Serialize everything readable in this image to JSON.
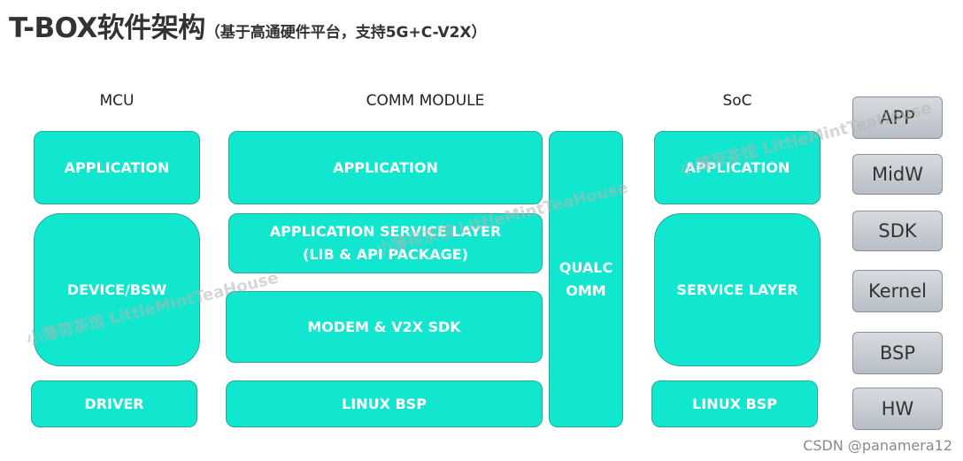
{
  "title": {
    "main": "T-BOX软件架构",
    "sub": "（基于高通硬件平台，支持5G+C-V2X）"
  },
  "columns": {
    "mcu": "MCU",
    "comm": "COMM MODULE",
    "soc": "SoC"
  },
  "mcu": {
    "application": "APPLICATION",
    "device_bsw": "DEVICE/BSW",
    "driver": "DRIVER"
  },
  "comm": {
    "application": "APPLICATION",
    "service_layer_line1": "APPLICATION SERVICE LAYER",
    "service_layer_line2": "(LIB & API PACKAGE)",
    "modem_sdk": "MODEM & V2X SDK",
    "linux_bsp": "LINUX BSP",
    "qualcomm_line1": "QUALC",
    "qualcomm_line2": "OMM"
  },
  "soc": {
    "application": "APPLICATION",
    "service_layer": "SERVICE LAYER",
    "linux_bsp": "LINUX BSP"
  },
  "layers": [
    "APP",
    "MidW",
    "SDK",
    "Kernel",
    "BSP",
    "HW"
  ],
  "watermark": "小薄荷茶馆 LittleMintTeaHouse",
  "footer": "CSDN @panamera12"
}
